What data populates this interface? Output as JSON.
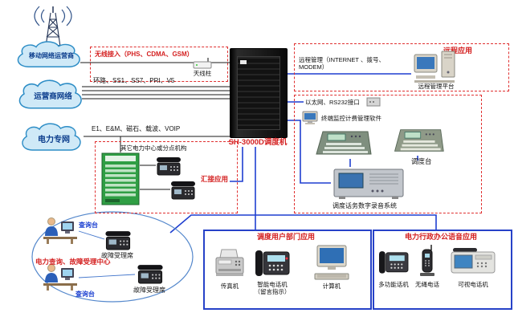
{
  "diagram": {
    "clouds": {
      "mobile": "移动网络运营商",
      "carrier": "运营商网络",
      "power": "电力专网"
    },
    "rack": {
      "label": "SH-3000D调度机"
    },
    "wireless": {
      "label": "无线接入（PHS、CDMA、GSM）",
      "device": "天线柱"
    },
    "trunks": {
      "loop": "环路、SS1、SS7、PRI、V5",
      "e1": "E1、E&M、磁石、载波、VOIP"
    },
    "tandem": {
      "title": "其它电力中心或分点机构",
      "app": "汇接应用"
    },
    "remote": {
      "mgmt": "远程管理（INTERNET 、拨号、 MODEM）",
      "app": "远程应用",
      "platform": "远程管理平台"
    },
    "mgmt_zone": {
      "interface": "以太网、RS232接口",
      "software": "终端监控计费管理软件",
      "console": "调度台",
      "recording": "调度话务数字录音系统"
    },
    "inquiry": {
      "desk1": "查询台",
      "desk2": "查询台",
      "seat1": "故障受理席",
      "seat2": "故障受理席",
      "title": "电力查询、故障受理中心"
    },
    "dept": {
      "title": "调度用户部门应用",
      "fax": "传真机",
      "smart": "智能电话机\n（留言指示）",
      "pc": "计算机"
    },
    "office": {
      "title": "电力行政办公语音应用",
      "multi": "多功能话机",
      "cordless": "无绳电话",
      "video": "可视电话机"
    }
  }
}
